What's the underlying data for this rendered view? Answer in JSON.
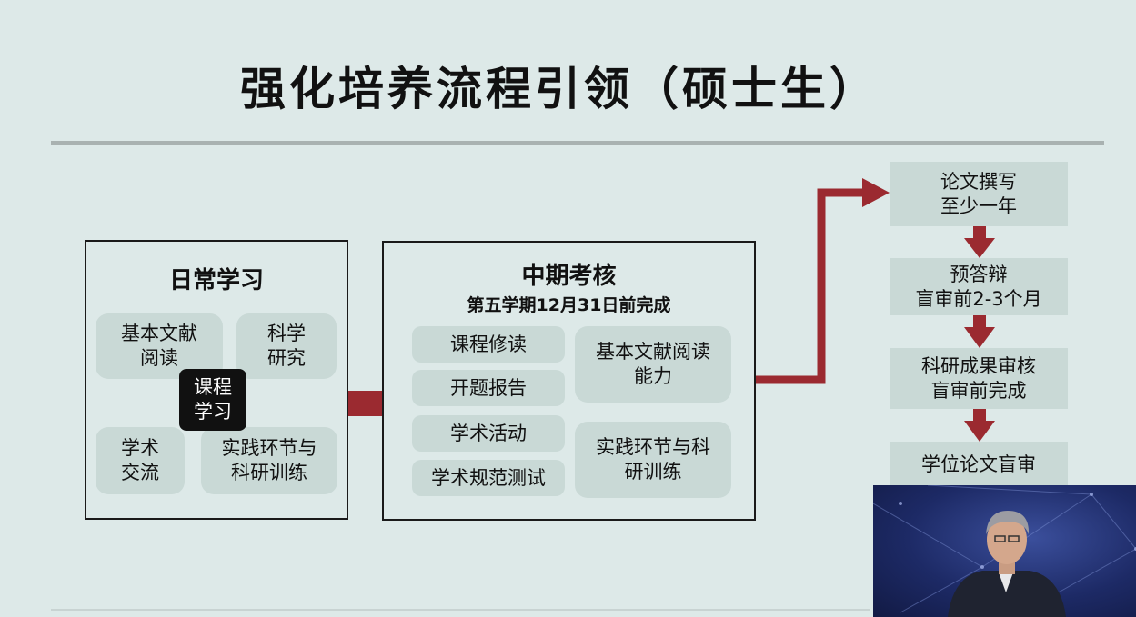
{
  "title": "强化培养流程引领（硕士生）",
  "daily": {
    "title": "日常学习",
    "items": [
      "基本文献\n阅读",
      "科学\n研究",
      "学术\n交流",
      "实践环节与\n科研训练"
    ],
    "center": "课程\n学习"
  },
  "midterm": {
    "title": "中期考核",
    "subtitle": "第五学期12月31日前完成",
    "left_items": [
      "课程修读",
      "开题报告",
      "学术活动",
      "学术规范测试"
    ],
    "right_items": [
      "基本文献阅读\n能力",
      "实践环节与科\n研训练"
    ]
  },
  "steps": [
    "论文撰写\n至少一年",
    "预答辩\n盲审前2-3个月",
    "科研成果审核\n盲审前完成",
    "学位论文盲审"
  ],
  "colors": {
    "arrow": "#9b2a30",
    "pill": "#c9d9d6",
    "background": "#dde9e8"
  },
  "video_overlay": {
    "description_icon": "presenter-video-icon"
  }
}
